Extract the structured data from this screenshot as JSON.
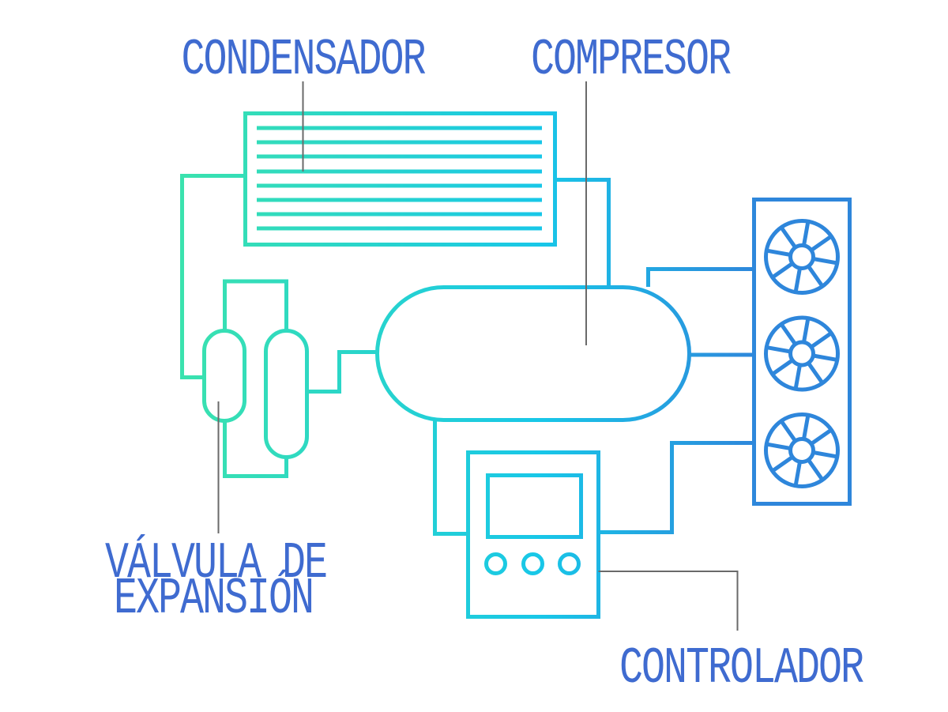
{
  "labels": {
    "condenser": "CONDENSADOR",
    "compressor": "COMPRESOR",
    "expansion_valve": {
      "line1": "VÁLVULA DE",
      "line2": "EXPANSIÓN"
    },
    "controller": "CONTROLADOR"
  },
  "colors": {
    "label_text": "#3F6BD0",
    "pipe_green": "#3BE3AC",
    "pipe_cyan": "#18C7E8",
    "pipe_blue": "#2E86DB",
    "leader_line": "#6A6A6A",
    "background": "#FFFFFF"
  },
  "diagram": {
    "condenser_coil_line_count": 8,
    "fan_count": 3,
    "controller_button_count": 3
  }
}
